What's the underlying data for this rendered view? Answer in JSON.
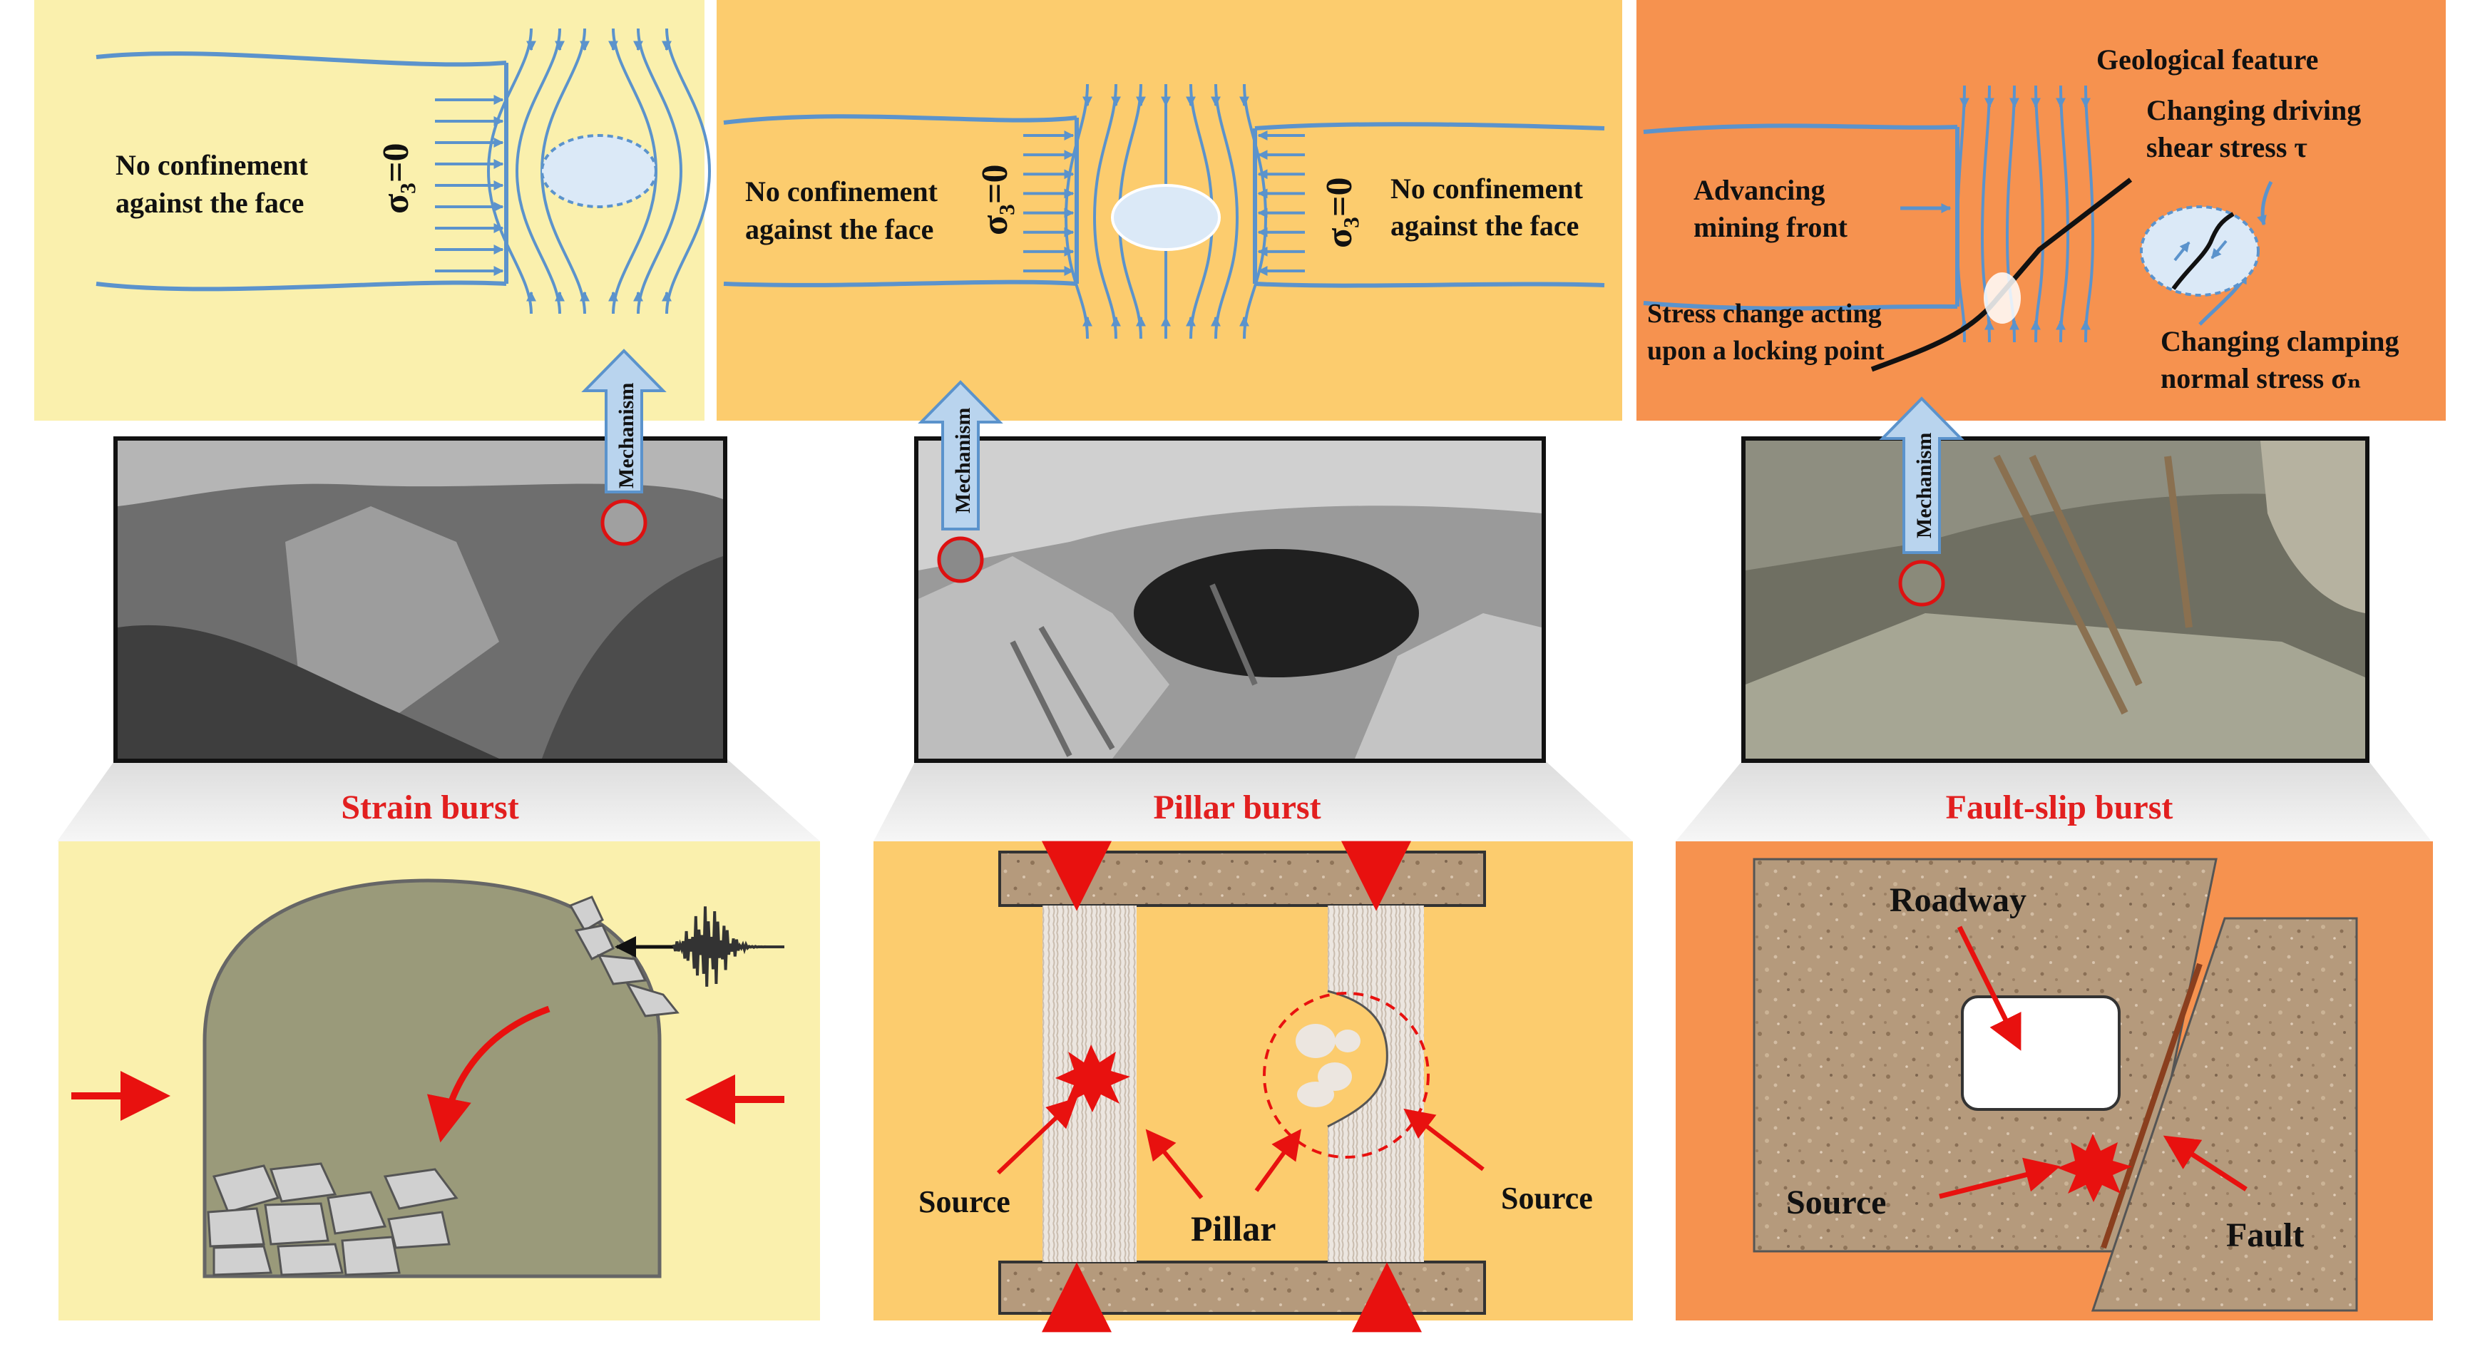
{
  "colors": {
    "pale_yellow": "#faf0ad",
    "yellow_orange": "#fccc6e",
    "orange": "#f6924f",
    "stress_line_blue": "#5b93cc",
    "title_red": "#e21f1f",
    "arrow_red": "#e8110f",
    "mechanism_arrow_fill": "#b9d4ee",
    "rock_grey": "#9a9a7a",
    "rock_brown": "#b79a7a",
    "pillar_white": "#ece6e0"
  },
  "strain": {
    "title": "Strain burst",
    "confinement_line1": "No confinement",
    "confinement_line2": "against the face",
    "sigma": "σ₃=0",
    "mechanism": "Mechanism"
  },
  "pillar": {
    "title": "Pillar burst",
    "left_line1": "No confinement",
    "left_line2": "against the face",
    "right_line1": "No confinement",
    "right_line2": "against the face",
    "sigma": "σ₃=0",
    "mechanism": "Mechanism",
    "source_left": "Source",
    "source_right": "Source",
    "pillar_label": "Pillar"
  },
  "fault": {
    "title": "Fault-slip burst",
    "geological": "Geological feature",
    "advancing_line1": "Advancing",
    "advancing_line2": "mining front",
    "shear_line1": "Changing driving",
    "shear_line2": "shear stress τ",
    "locking_line1": "Stress change acting",
    "locking_line2": "upon a locking point",
    "clamping_line1": "Changing clamping",
    "clamping_line2": "normal stress σₙ",
    "mechanism": "Mechanism",
    "roadway": "Roadway",
    "source": "Source",
    "fault_label": "Fault"
  }
}
